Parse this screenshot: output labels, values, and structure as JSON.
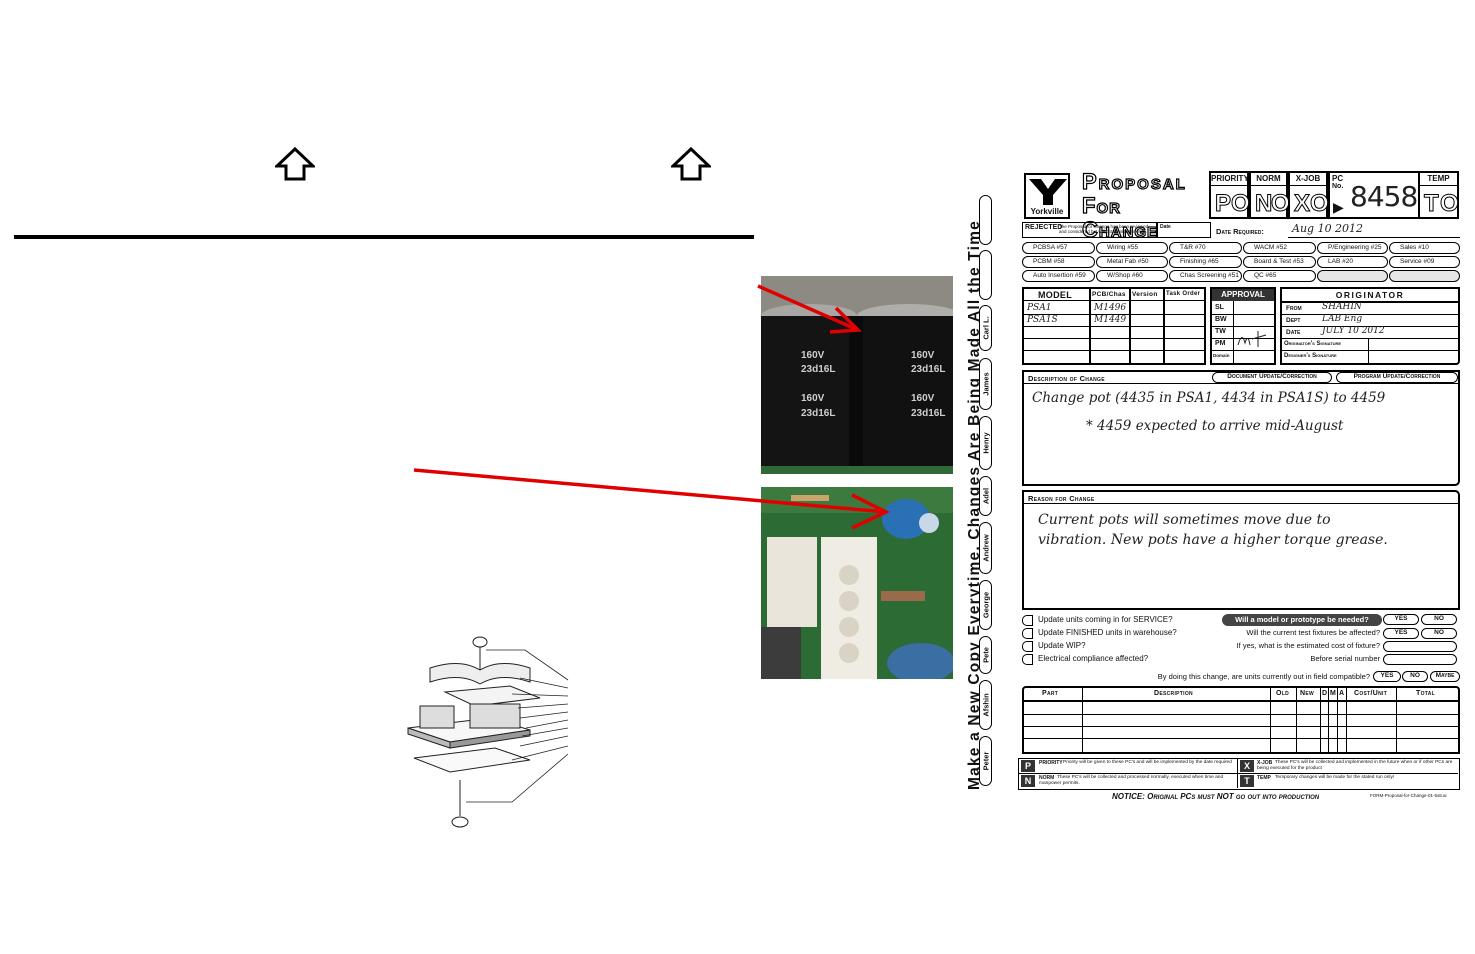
{
  "diagram": {
    "arrow_icons": [
      "up-arrow-icon",
      "up-arrow-icon"
    ],
    "pointer_color": "#e00000"
  },
  "form": {
    "brand": "Yorkville",
    "title_line1": "Proposal",
    "title_line2": "For Change",
    "priority_label": "PRIORITY",
    "norm_label": "NORM",
    "xjob_label": "X-JOB",
    "pc_label": "PC",
    "pc_no_label": "No.",
    "temp_label": "TEMP",
    "pc_number": "8458",
    "box_p": "P",
    "box_n": "N",
    "box_x": "X",
    "box_t": "T",
    "box_o1": "O",
    "box_o2": "O",
    "box_o3": "O",
    "box_o4": "O",
    "rejected_label": "REJECTED",
    "rejected_text": "The Proposal for Change has been reviewed and considered but will not be implemented.",
    "date_label": "Date",
    "date_required_label": "Date Required:",
    "date_required_value": "Aug 10 2012",
    "side_banner": "Make a New Copy Everytime. Changes Are Being Made All the Time",
    "name_tabs": [
      "Carl L.",
      "James",
      "Henry",
      "Adel",
      "Andrew",
      "George",
      "Pete",
      "Afshin",
      "Peter"
    ],
    "departments": [
      [
        "PCBSA #57",
        "Wiring #55",
        "T&R #70",
        "WACM #52",
        "P/Engineering #25",
        "Sales #10"
      ],
      [
        "PCBM #58",
        "Metal Fab #50",
        "Finishing #65",
        "Board & Test #53",
        "LAB #20",
        "Service #09"
      ],
      [
        "Auto Insertion #59",
        "W/Shop #60",
        "Chas Screening #51",
        "QC #65",
        "",
        ""
      ]
    ],
    "model_header": "MODEL",
    "pcb_header": "PCB/Chas",
    "version_header": "Version",
    "task_header": "Task Order",
    "models": [
      {
        "model": "PSA1",
        "pcb": "M1496"
      },
      {
        "model": "PSA1S",
        "pcb": "M1449"
      }
    ],
    "approval_label": "APPROVAL",
    "approvals": [
      "SL",
      "BW",
      "TW",
      "PM",
      "Domain"
    ],
    "originator_label": "ORIGINATOR",
    "from_label": "From",
    "from_value": "SHAHIN",
    "dept_label": "Dept",
    "dept_value": "LAB Eng",
    "orig_date_label": "Date",
    "orig_date_value": "JULY 10 2012",
    "orig_sig_label": "Originator's Signature",
    "designer_sig_label": "Designer's Signature",
    "description_label": "Description of Change",
    "doc_update_label": "Document Update/Correction",
    "program_update_label": "Program Update/Correction",
    "description_line1": "Change pot (4435 in PSA1, 4434 in PSA1S) to 4459",
    "description_line2": "* 4459 expected to arrive mid-August",
    "reason_label": "Reason for Change",
    "reason_line1": "Current pots will sometimes move due to",
    "reason_line2": "vibration. New pots have a higher torque grease.",
    "checks_left": [
      "Update units coming in for SERVICE?",
      "Update FINISHED units in warehouse?",
      "Update WIP?",
      "Electrical compliance affected?"
    ],
    "q_model": "Will a model or prototype be needed?",
    "q_fixtures": "Will the current test fixtures be affected?",
    "q_cost": "If yes, what is the estimated cost of fixture?",
    "q_serial": "Before serial number",
    "q_compat": "By doing this change, are units currently out in field compatible?",
    "yes_label": "YES",
    "no_label": "NO",
    "maybe_label": "Maybe",
    "parts_headers": [
      "Part",
      "Description",
      "Old",
      "New",
      "D",
      "M",
      "A",
      "Cost/Unit",
      "Total"
    ],
    "legend_priority_title": "PRIORITY",
    "legend_priority_text": "Priority will be given to these PC's and will be implemented by the date required",
    "legend_norm_title": "NORM",
    "legend_norm_text": "These PC's will be collected and processed normally, executed when time and manpower permits.",
    "legend_xjob_title": "X-JOB",
    "legend_xjob_text": "These PC's will be collected and implemented in the future when or if other PCs are being executed for the product",
    "legend_temp_title": "TEMP",
    "legend_temp_text": "Temporary changes will be made for the stated run only!",
    "notice": "NOTICE: Original PCs must NOT go out into production",
    "form_code": "FORM-Proposal-for-Change-01-5x8.ai"
  }
}
